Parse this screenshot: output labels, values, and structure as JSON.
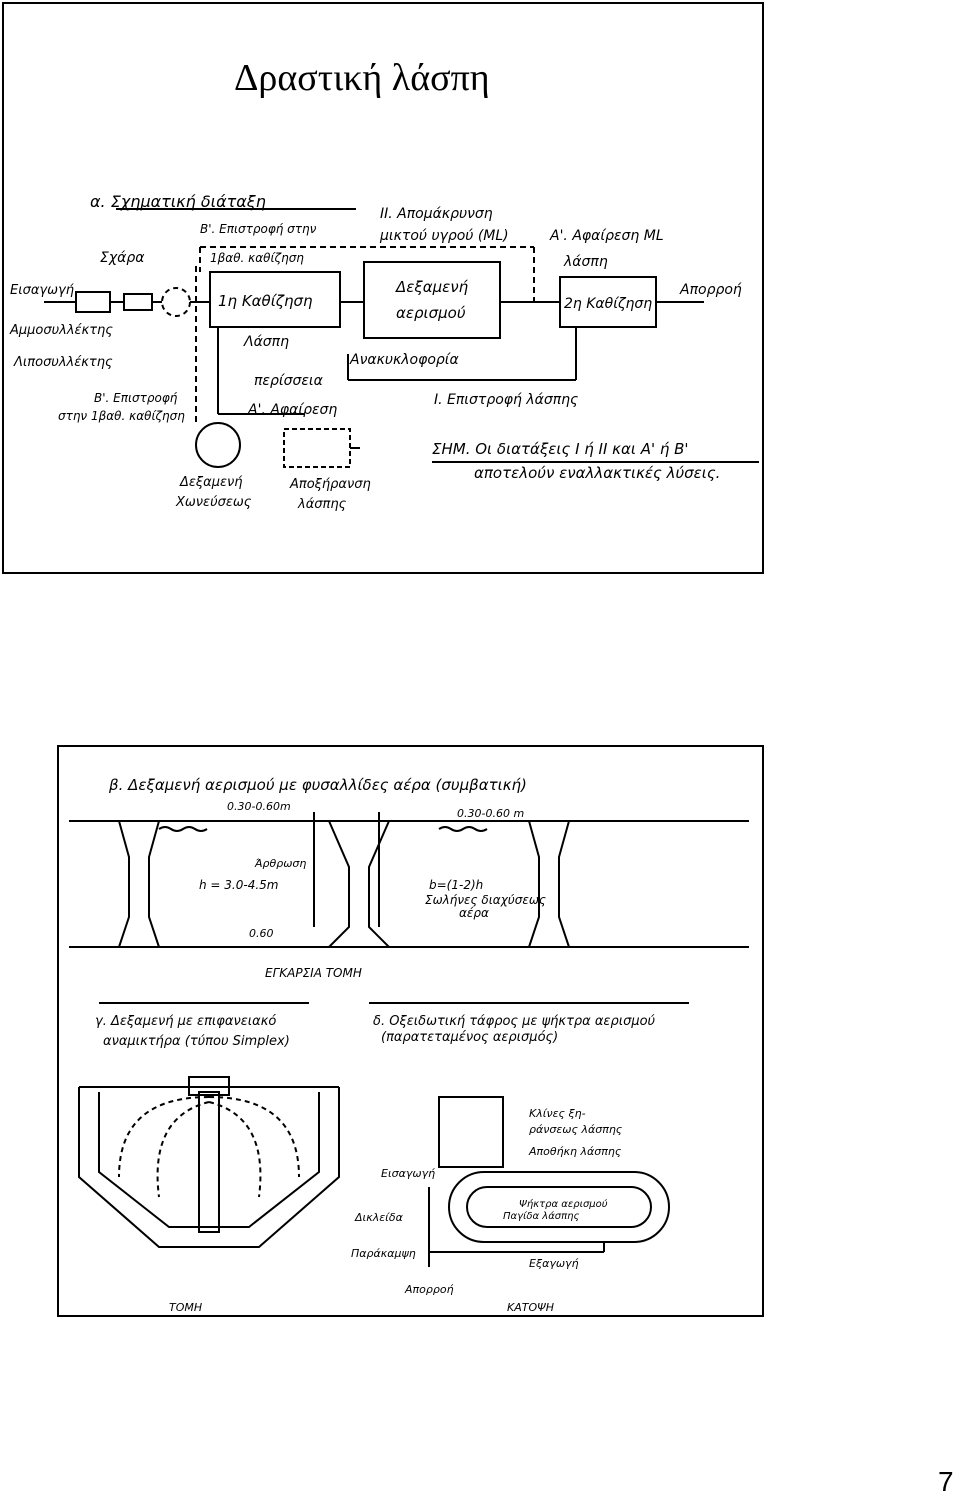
{
  "slide1": {
    "title": "Δραστική λάσπη",
    "diagram": {
      "heading": "α. Σχηματική διάταξη",
      "label_II_1": "II. Απομάκρυνση",
      "label_II_2": "μικτού υγρού (ML)",
      "label_B_return_1": "Β'. Επιστροφή στην",
      "label_B_return_2": "1βαθ. καθίζηση",
      "label_A_removal_1": "Α'. Αφαίρεση ML",
      "label_A_removal_2": "λάσπη",
      "screen": "Σχάρα",
      "inlet": "Εισαγωγή",
      "grit": "Αμμοσυλλέκτης",
      "grease": "Λιποσυλλέκτης",
      "primary": "1η Καθίζηση",
      "aeration_1": "Δεξαμενή",
      "aeration_2": "αερισμού",
      "secondary": "2η Καθίζηση",
      "outflow": "Απορροή",
      "sludge": "Λάσπη",
      "excess": "περίσσεια",
      "recirc": "Ανακυκλοφορία",
      "B_return_low_1": "Β'. Επιστροφή",
      "B_return_low_2": "στην 1βαθ. καθίζηση",
      "A_removal_low": "Α'. Αφαίρεση",
      "I_return": "Ι. Επιστροφή λάσπης",
      "digester_1": "Δεξαμενή",
      "digester_2": "Χωνεύσεως",
      "drying_1": "Αποξήρανση",
      "drying_2": "λάσπης",
      "note_1": "ΣΗΜ. Οι διατάξεις Ι ή ΙΙ και Α' ή Β'",
      "note_2": "αποτελούν εναλλακτικές λύσεις."
    }
  },
  "slide2": {
    "beta_heading": "β. Δεξαμενή αερισμού με φυσαλλίδες αέρα (συμβατική)",
    "depth_left": "0.30-0.60m",
    "depth_right": "0.30-0.60 m",
    "joint": "Άρθρωση",
    "height": "h = 3.0-4.5m",
    "width": "b=(1-2)h",
    "diffusers_1": "Σωλήνες διαχύσεως",
    "diffusers_2": "αέρα",
    "bottom": "0.60",
    "cross_section": "ΕΓΚΑΡΣΙΑ ΤΟΜΗ",
    "gamma_heading_1": "γ. Δεξαμενή με επιφανειακό",
    "gamma_heading_2": "αναμικτήρα (τύπου Simplex)",
    "delta_heading_1": "δ. Οξειδωτική τάφρος με ψήκτρα αερισμού",
    "delta_heading_2": "(παρατεταμένος αερισμός)",
    "valves_1": "Κλίνες ξη-",
    "valves_2": "ράνσεως λάσπης",
    "storage": "Αποθήκη λάσπης",
    "inlet": "Εισαγωγή",
    "brush": "Ψήκτρα αερισμού",
    "trap": "Παγίδα λάσπης",
    "valve": "Δικλείδα",
    "bypass": "Παράκαμψη",
    "export": "Εξαγωγή",
    "outflow": "Απορροή",
    "section": "ΤΟΜΗ",
    "plan": "ΚΑΤΟΨΗ"
  },
  "page_number": "7"
}
